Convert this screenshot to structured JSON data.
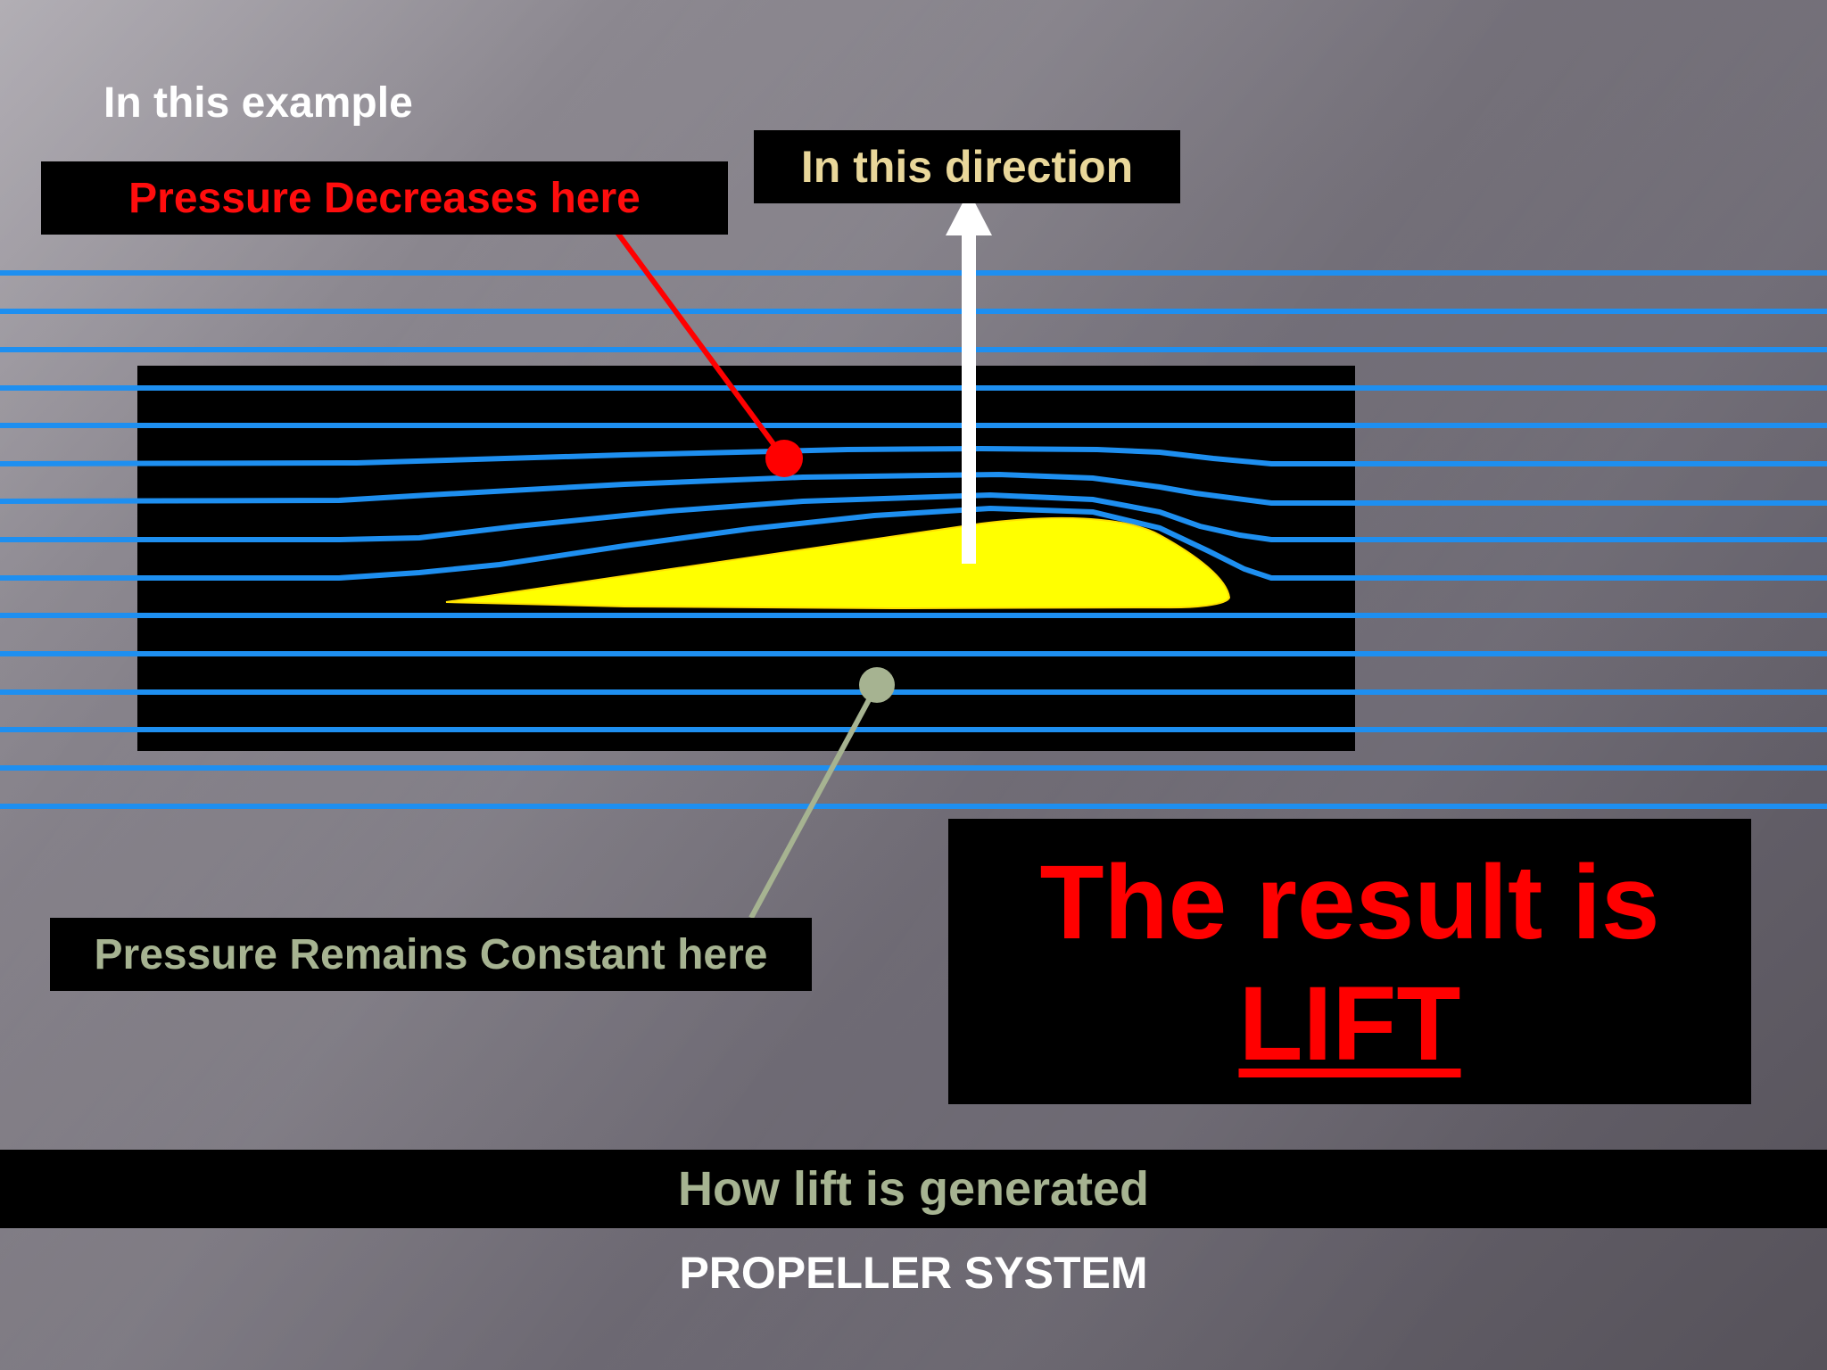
{
  "slide": {
    "intro": "In this example",
    "pressure_decreases_label": "Pressure Decreases here",
    "direction_label": "In this direction",
    "pressure_constant_label": "Pressure Remains Constant here",
    "result_line1": "The result is",
    "result_line2": "LIFT",
    "footer_title": "How lift is generated",
    "footer_subtitle": "PROPELLER SYSTEM"
  },
  "colors": {
    "streamline": "#1e8ff0",
    "airfoil": "#ffff00",
    "highlight_red": "#ff0000",
    "muted_green": "#a6b391",
    "gold": "#e9d79a",
    "panel": "#000000"
  },
  "icons": {
    "lift_arrow": "arrow-up-icon",
    "decrease_marker": "red-dot-pointer",
    "constant_marker": "green-dot-pointer"
  }
}
